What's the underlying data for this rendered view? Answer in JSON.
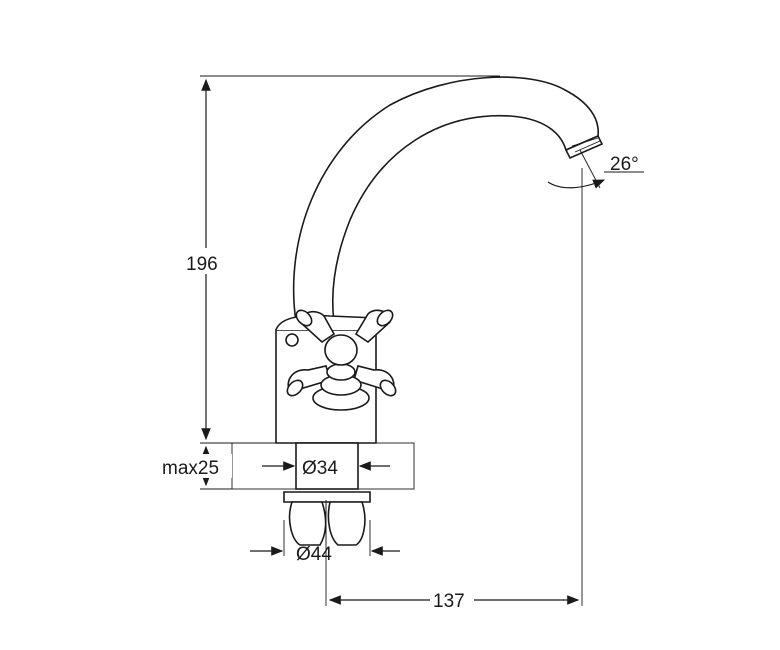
{
  "dimensions": {
    "height": "196",
    "counter_thickness": "max25",
    "hole_diameter": "Ø34",
    "base_diameter": "Ø44",
    "reach": "137",
    "angle": "26°"
  }
}
